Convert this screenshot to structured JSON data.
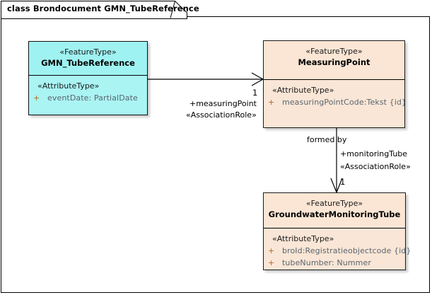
{
  "diagram": {
    "frame_title": "class Brondocument GMN_TubeReference",
    "kind": "uml-class-diagram"
  },
  "classes": [
    {
      "id": "gmn-tube-reference",
      "stereotype": "«FeatureType»",
      "name": "GMN_TubeReference",
      "fill": "#aaf4f4",
      "compartment_stereotype": "«AttributeType»",
      "attributes": [
        {
          "visibility": "+",
          "text": "eventDate: PartialDate"
        }
      ]
    },
    {
      "id": "measuring-point",
      "stereotype": "«FeatureType»",
      "name": "MeasuringPoint",
      "fill": "#fae6d6",
      "compartment_stereotype": "«AttributeType»",
      "attributes": [
        {
          "visibility": "+",
          "text": "measuringPointCode:Tekst {id}"
        }
      ]
    },
    {
      "id": "groundwater-monitoring-tube",
      "stereotype": "«FeatureType»",
      "name": "GroundwaterMonitoringTube",
      "fill": "#fae6d6",
      "compartment_stereotype": "«AttributeType»",
      "attributes": [
        {
          "visibility": "+",
          "text": "broId:Registratieobjectcode {id}"
        },
        {
          "visibility": "+",
          "text": "tubeNumber: Nummer"
        }
      ]
    }
  ],
  "associations": [
    {
      "id": "tuberef-to-measuringpoint",
      "source": "gmn-tube-reference",
      "target": "measuring-point",
      "name": "",
      "target_multiplicity": "1",
      "target_role": "+measuringPoint",
      "target_role_stereotype": "«AssociationRole»"
    },
    {
      "id": "measuringpoint-to-tube",
      "source": "measuring-point",
      "target": "groundwater-monitoring-tube",
      "name": "formed by",
      "target_multiplicity": "1",
      "target_role": "+monitoringTube",
      "target_role_stereotype": "«AssociationRole»"
    }
  ]
}
